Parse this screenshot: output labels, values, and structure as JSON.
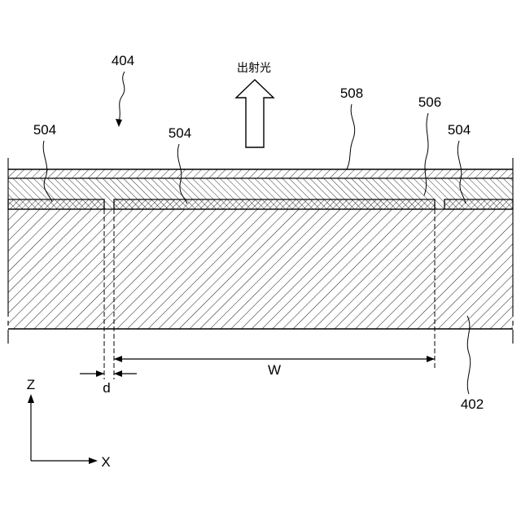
{
  "labels": {
    "ref_404": "404",
    "emission": "出射光",
    "ref_508": "508",
    "ref_506": "506",
    "ref_504_left": "504",
    "ref_504_center": "504",
    "ref_504_right": "504",
    "ref_402": "402",
    "dim_d": "d",
    "dim_w": "W",
    "axis_z": "Z",
    "axis_x": "X"
  },
  "colors": {
    "line": "#000000",
    "background": "#ffffff"
  }
}
